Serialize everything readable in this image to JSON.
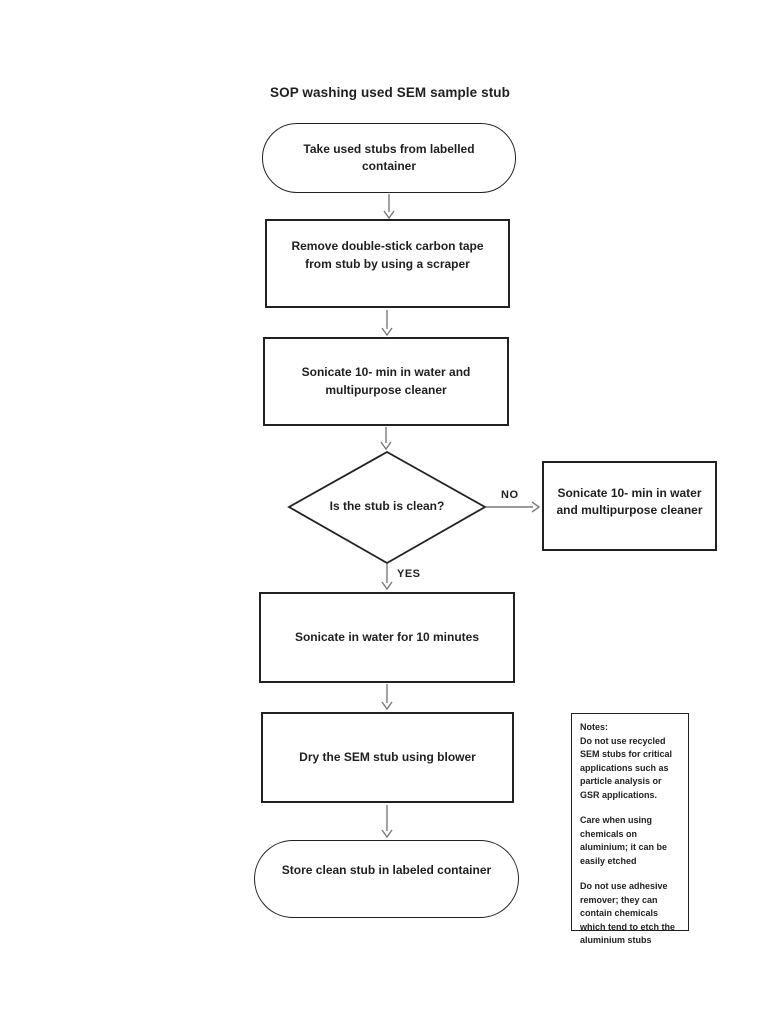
{
  "colors": {
    "background": "#ffffff",
    "ink": "#212121",
    "arrow": "#7b7b7b"
  },
  "document": {
    "title": "SOP washing used SEM sample stub"
  },
  "flowchart": {
    "nodes": {
      "start": "Take used stubs from labelled container",
      "remove_tape": "Remove double-stick carbon tape from stub by using a scraper",
      "sonicate_cleaner": "Sonicate 10- min in water and multipurpose cleaner",
      "decision": "Is the stub is clean?",
      "sonicate_repeat": "Sonicate 10- min in water and multipurpose cleaner",
      "sonicate_water": "Sonicate in water for 10 minutes",
      "dry": "Dry the SEM stub using blower",
      "store": "Store clean stub in labeled container"
    },
    "edge_labels": {
      "no": "NO",
      "yes": "YES"
    }
  },
  "notes": {
    "heading": "Notes:",
    "paragraphs": [
      "Do not use recycled SEM stubs for critical applications such as particle analysis or GSR applications.",
      "Care when using chemicals on aluminium; it can be easily etched",
      "Do not use adhesive remover; they can contain chemicals which tend to etch the aluminium stubs"
    ]
  }
}
